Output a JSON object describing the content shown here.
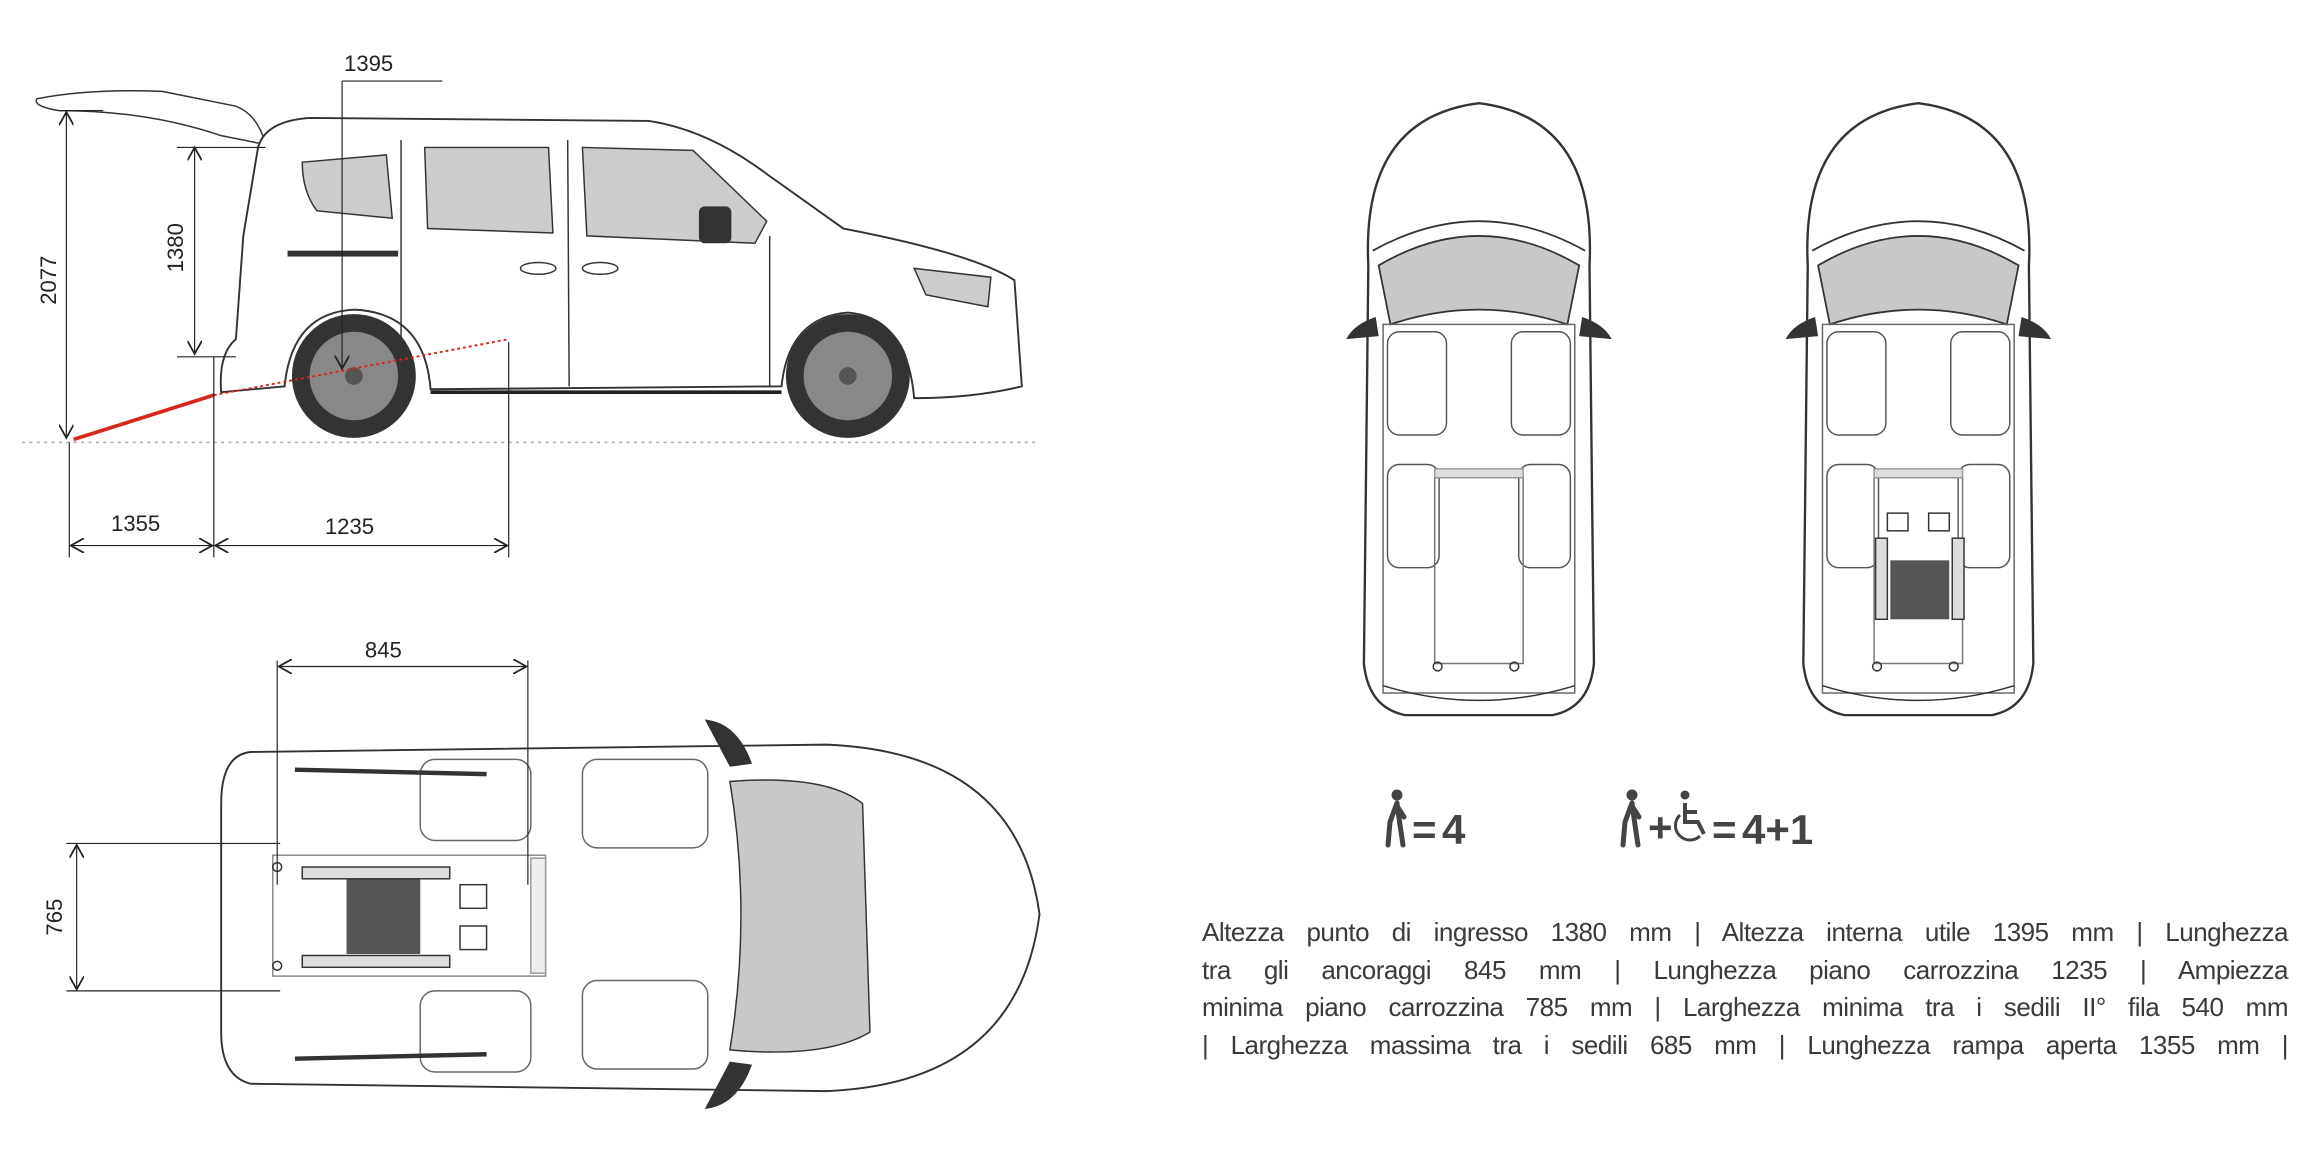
{
  "side_view": {
    "dimensions": {
      "overall_height_open_tailgate": "2077",
      "entry_height": "1380",
      "internal_height": "1395",
      "ramp_length": "1355",
      "wheelchair_floor_length": "1235"
    },
    "ramp_color": "#d9261c"
  },
  "top_view": {
    "dimensions": {
      "anchor_distance": "845",
      "floor_width": "765"
    }
  },
  "seating": {
    "config_a": {
      "equals": "=",
      "value": "4"
    },
    "config_b": {
      "plus": "+",
      "equals": "=",
      "value": "4+1"
    }
  },
  "description_lines": [
    "Altezza punto di ingresso 1380 mm | Altezza interna utile 1395 mm | Lunghezza",
    "tra gli ancoraggi 845 mm | Lunghezza piano carrozzina 1235 | Ampiezza",
    "minima piano carrozzina 785 mm | Larghezza minima tra i sedili II° fila 540 mm",
    "| Larghezza massima tra i sedili 685 mm | Lunghezza rampa aperta 1355 mm |"
  ]
}
